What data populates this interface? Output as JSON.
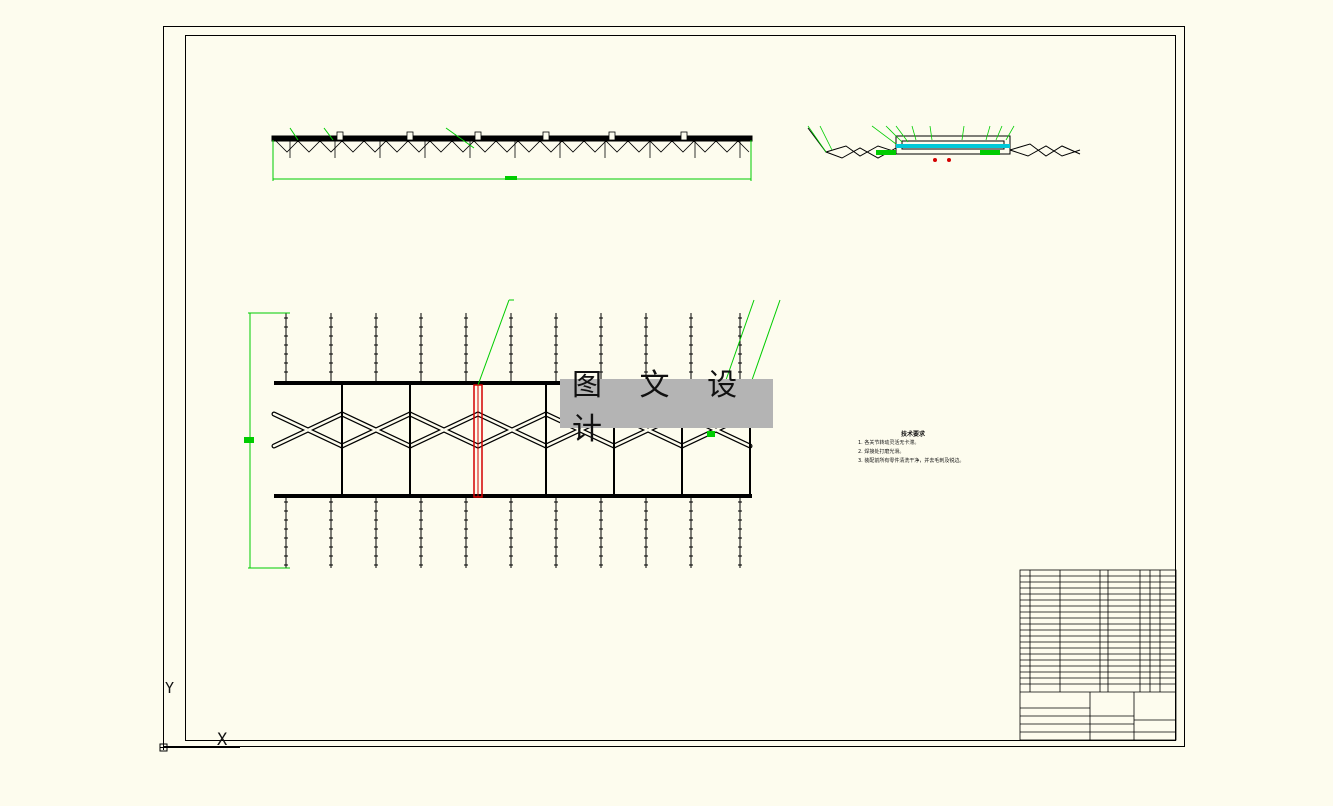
{
  "watermark": "图 文 设 计",
  "notes": {
    "title": "技术要求",
    "items": [
      "1. 各关节转动灵活无卡滞。",
      "2. 焊接处打磨光滑。",
      "3. 装配前所有零件清洗干净，并去毛刺及锐边。"
    ]
  },
  "axes": {
    "y": "Y",
    "x": "X"
  },
  "colors": {
    "background": "#fdfcee",
    "line": "#000000",
    "dimension": "#00cc00",
    "highlight": "#d40000",
    "accent": "#00c8d8"
  }
}
